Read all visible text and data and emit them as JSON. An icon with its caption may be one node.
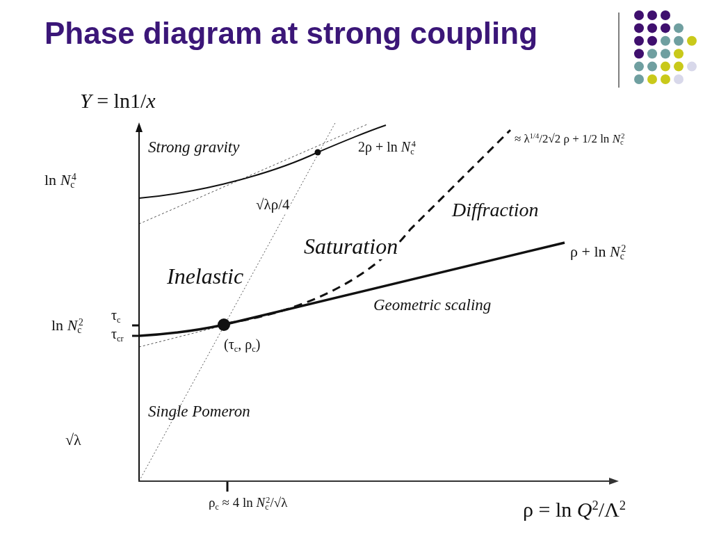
{
  "diagram": {
    "title": "Phase diagram at strong coupling",
    "labels": [
      "*Y* = ln1/*x*",
      "2ρ + ln *N*$_{c}$$^{4}$",
      "≈ λ$^{1/4}$/2√2 ρ + 1/2 ln *N*$_{c}$$^{2}$",
      "Strong gravity",
      "ln *N*$_{c}$$^{4}$",
      "√λρ/4",
      "Diffraction",
      "Saturation",
      "ρ + ln *N*$_{c}$$^{2}$",
      "Inelastic",
      "Geometric scaling",
      "τ$_{c}$",
      "ln *N*$_{c}$$^{2}$",
      "τ$_{cr}$",
      "(τ$_{c}$, ρ$_{c}$)",
      "Single Pomeron",
      "√λ",
      "ρ$_{c}$ ≈ 4 ln *N*$_{c}$$^{2}$/√λ",
      "ρ = ln *Q*$^{2}$/Λ$^{2}$"
    ]
  }
}
